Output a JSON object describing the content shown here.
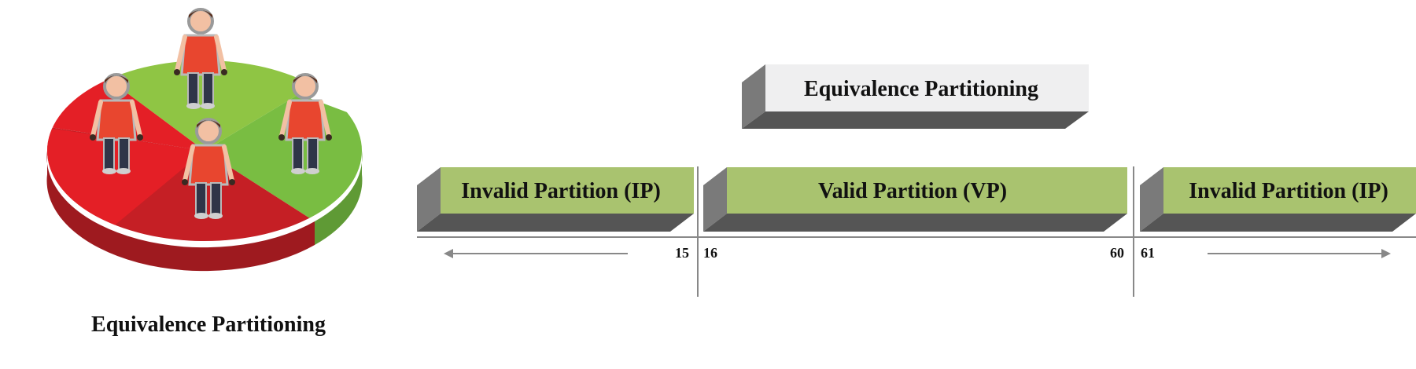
{
  "header_box": {
    "label": "Equivalence Partitioning"
  },
  "partitions": [
    {
      "label": "Invalid Partition (IP)"
    },
    {
      "label": "Valid Partition (VP)"
    },
    {
      "label": "Invalid Partition (IP)"
    }
  ],
  "boundaries": {
    "first_upper": "15",
    "second_lower": "16",
    "second_upper": "60",
    "third_lower": "61"
  },
  "pie": {
    "caption": "Equivalence Partitioning"
  },
  "colors": {
    "green_light": "#8fc544",
    "green": "#79bd42",
    "red": "#e41f26",
    "red_dark": "#c51f25",
    "box_fill": "#a9c36f",
    "box_dark": "#555555",
    "box_side": "#7a7a7a",
    "header_fill": "#efeff0"
  }
}
